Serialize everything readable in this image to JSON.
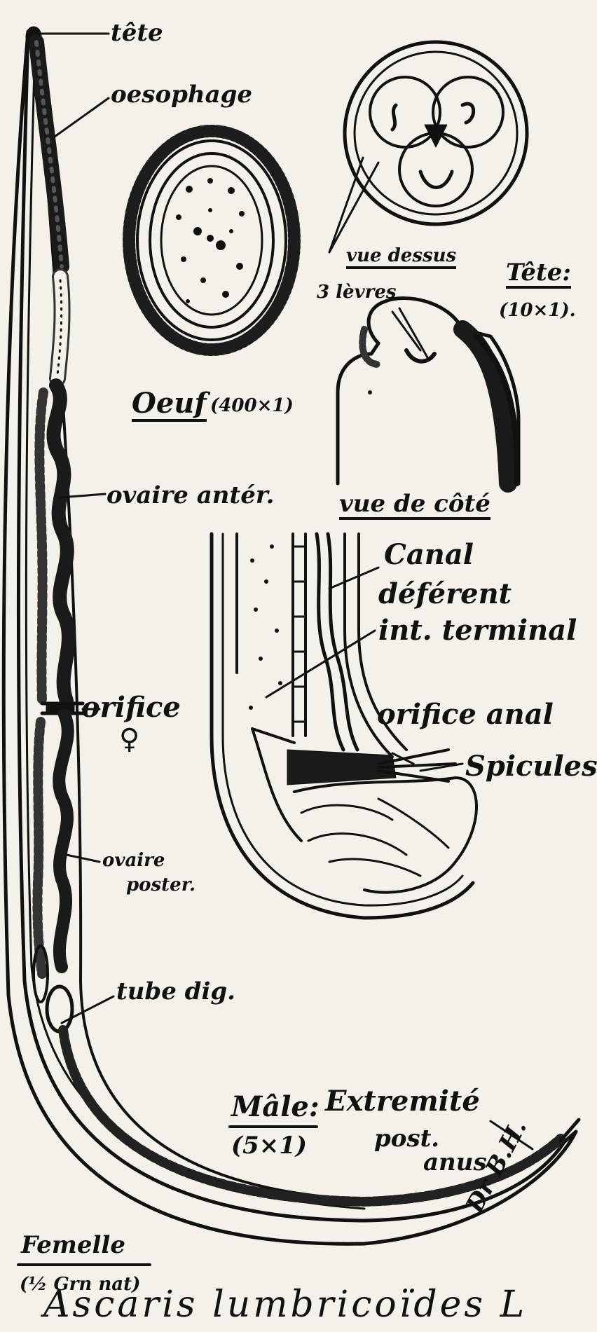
{
  "labels": {
    "tete": "tête",
    "oesophage": "oesophage",
    "ovaire_anter": "ovaire antér.",
    "orifice": "orifice",
    "female_symbol": "♀",
    "ovaire_poster_1": "ovaire",
    "ovaire_poster_2": "poster.",
    "tube_dig": "tube dig.",
    "femelle": "Femelle",
    "femelle_scale": "(½ Grn nat)",
    "oeuf": "Oeuf",
    "oeuf_scale": "(400×1)",
    "vue_dessus": "vue dessus",
    "tete_title": "Tête:",
    "tete_scale": "(10×1).",
    "levres": "3 lèvres",
    "vue_de_cote": "vue de côté",
    "canal": "Canal",
    "deferent": "déférent",
    "int_terminal": "int. terminal",
    "orifice_anal": "orifice anal",
    "spicules": "Spicules",
    "male_title": "Mâle:",
    "extremite": "Extremité",
    "post": "post.",
    "male_scale": "(5×1)",
    "anus": "anus",
    "signature": "Dr B.H.",
    "title": "Ascaris lumbricoïdes L"
  }
}
